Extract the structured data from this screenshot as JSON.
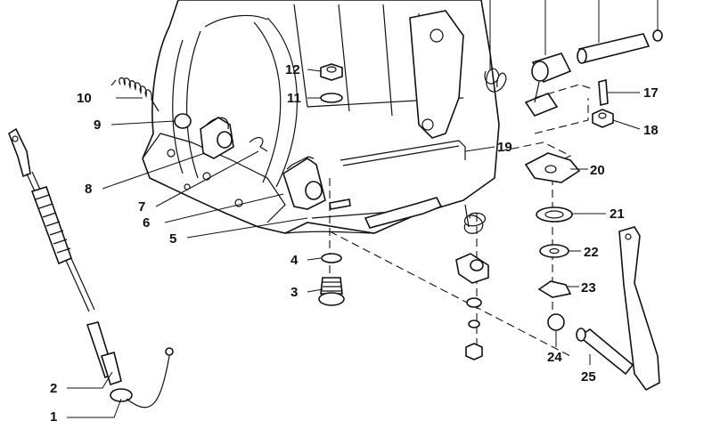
{
  "diagram": {
    "line_color": "#111111",
    "background": "#ffffff",
    "callouts": [
      {
        "id": "1",
        "text": "1"
      },
      {
        "id": "2",
        "text": "2"
      },
      {
        "id": "3",
        "text": "3"
      },
      {
        "id": "4",
        "text": "4"
      },
      {
        "id": "5",
        "text": "5"
      },
      {
        "id": "6",
        "text": "6"
      },
      {
        "id": "7",
        "text": "7"
      },
      {
        "id": "8",
        "text": "8"
      },
      {
        "id": "9",
        "text": "9"
      },
      {
        "id": "10",
        "text": "10"
      },
      {
        "id": "11",
        "text": "11"
      },
      {
        "id": "12",
        "text": "12"
      },
      {
        "id": "17",
        "text": "17"
      },
      {
        "id": "18",
        "text": "18"
      },
      {
        "id": "19",
        "text": "19"
      },
      {
        "id": "20",
        "text": "20"
      },
      {
        "id": "21",
        "text": "21"
      },
      {
        "id": "22",
        "text": "22"
      },
      {
        "id": "23",
        "text": "23"
      },
      {
        "id": "24",
        "text": "24"
      },
      {
        "id": "25",
        "text": "25"
      }
    ]
  }
}
